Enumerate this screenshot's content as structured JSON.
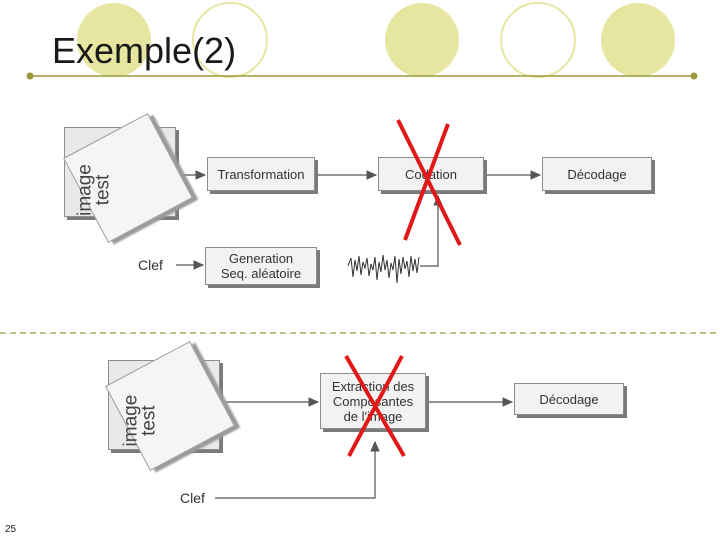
{
  "title": "Exemple(2)",
  "image_label": {
    "line1": "image",
    "line2": "test"
  },
  "top_row": {
    "transformation": "Transformation",
    "codage": "Codation",
    "decodage": "Décodage",
    "clef": "Clef",
    "generation_line1": "Generation",
    "generation_line2": "Seq. aléatoire"
  },
  "bottom_row": {
    "extraction_line1": "Extraction des",
    "extraction_line2": "Composantes",
    "extraction_line3": "de l'image",
    "decodage": "Décodage",
    "clef": "Clef"
  },
  "page_number": "25",
  "colors": {
    "accent_circle": "#e6e6a1",
    "accent_line": "#9a9a3a",
    "cross": "#e01818",
    "box_fill": "#f2f2f2",
    "separator": "#9a9a3a"
  }
}
